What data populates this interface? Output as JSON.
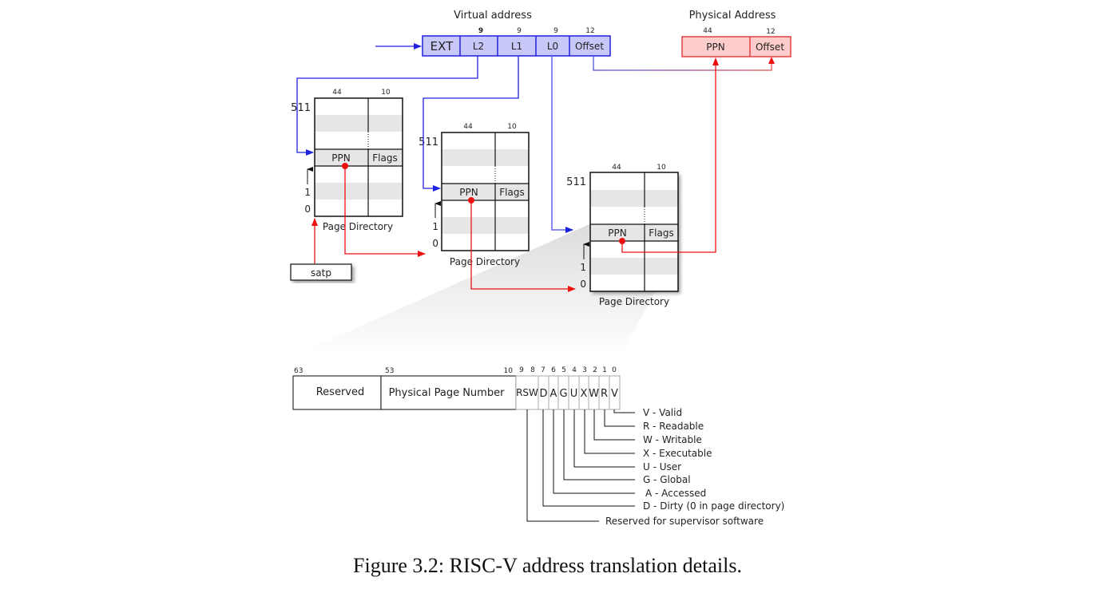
{
  "virtual_address": {
    "title": "Virtual address",
    "fields": [
      {
        "label": "EXT",
        "bits": ""
      },
      {
        "label": "L2",
        "bits": "9"
      },
      {
        "label": "L1",
        "bits": "9"
      },
      {
        "label": "L0",
        "bits": "9"
      },
      {
        "label": "Offset",
        "bits": "12"
      }
    ]
  },
  "physical_address": {
    "title": "Physical Address",
    "fields": [
      {
        "label": "PPN",
        "bits": "44"
      },
      {
        "label": "Offset",
        "bits": "12"
      }
    ]
  },
  "page_directories": [
    {
      "caption": "Page Directory",
      "ppn_bits": "44",
      "flags_bits": "10",
      "ppn_label": "PPN",
      "flags_label": "Flags",
      "index_top": "511",
      "index_one": "1",
      "index_zero": "0"
    },
    {
      "caption": "Page Directory",
      "ppn_bits": "44",
      "flags_bits": "10",
      "ppn_label": "PPN",
      "flags_label": "Flags",
      "index_top": "511",
      "index_one": "1",
      "index_zero": "0"
    },
    {
      "caption": "Page Directory",
      "ppn_bits": "44",
      "flags_bits": "10",
      "ppn_label": "PPN",
      "flags_label": "Flags",
      "index_top": "511",
      "index_one": "1",
      "index_zero": "0"
    }
  ],
  "satp_label": "satp",
  "pte": {
    "bit_numbers": {
      "b63": "63",
      "b53": "53",
      "b10": "10",
      "low": [
        "9",
        "8",
        "7",
        "6",
        "5",
        "4",
        "3",
        "2",
        "1",
        "0"
      ]
    },
    "reserved_label": "Reserved",
    "ppn_label": "Physical Page Number",
    "rsw_label": "RSW",
    "flags": [
      "D",
      "A",
      "G",
      "U",
      "X",
      "W",
      "R",
      "V"
    ]
  },
  "legend": [
    "V - Valid",
    "R  - Readable",
    "W - Writable",
    "X - Executable",
    "U - User",
    "G - Global",
    "A - Accessed",
    "D - Dirty (0 in page directory)",
    "Reserved for supervisor software"
  ],
  "colors": {
    "va_fill": "#c8c8f8",
    "va_stroke": "#2020e0",
    "pa_fill": "#ffcccc",
    "pa_stroke": "#e04040",
    "blue_line": "#2020e0",
    "red_line": "#ee1111",
    "row_shade": "#e6e6e6"
  },
  "caption": "Figure 3.2: RISC-V address translation details."
}
